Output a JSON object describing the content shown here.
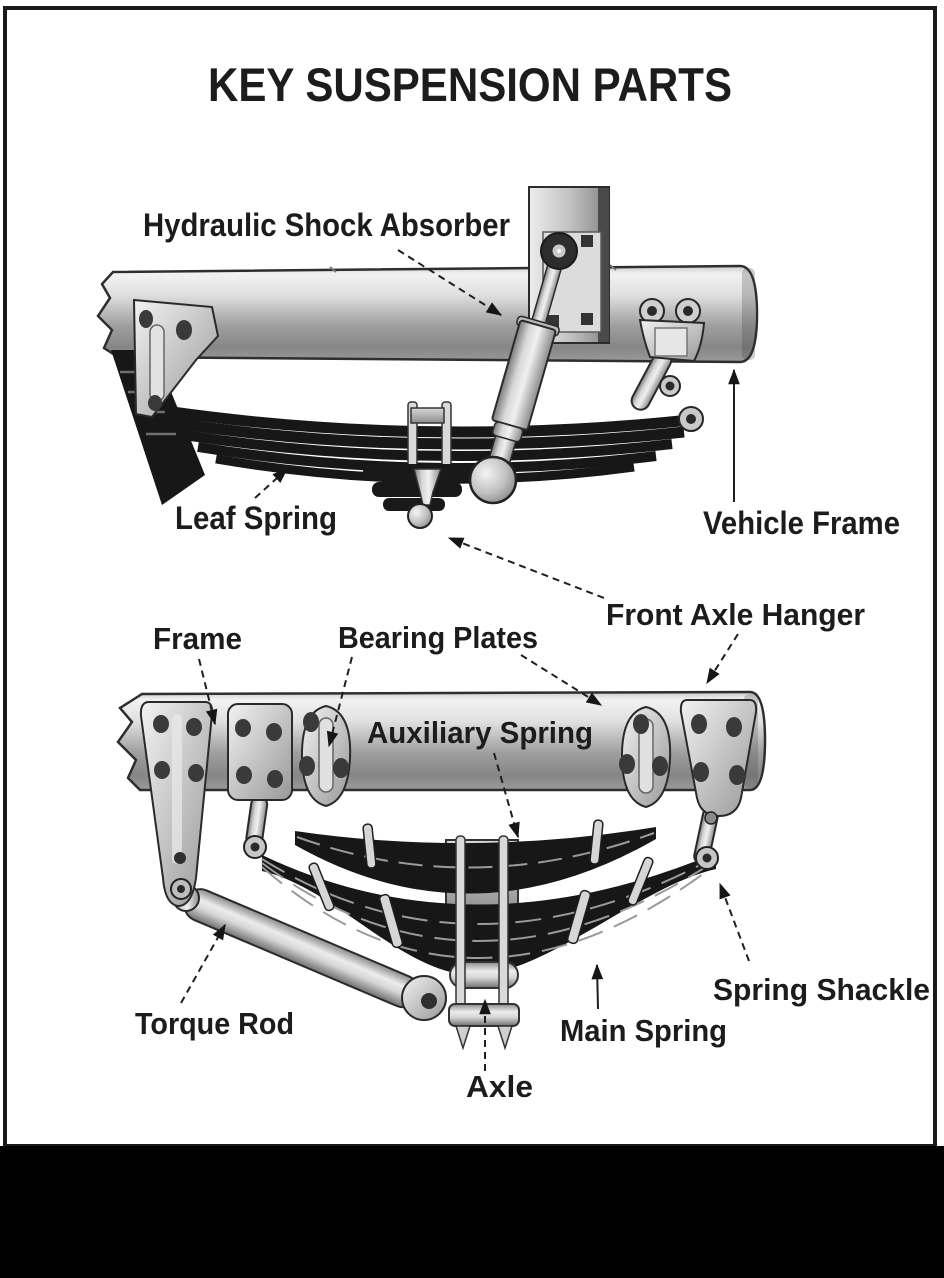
{
  "labels": {
    "title": "KEY SUSPENSION PARTS",
    "hydraulic_shock_absorber": "Hydraulic Shock Absorber",
    "leaf_spring": "Leaf Spring",
    "vehicle_frame": "Vehicle Frame",
    "front_axle_hanger": "Front Axle Hanger",
    "frame": "Frame",
    "bearing_plates": "Bearing Plates",
    "auxiliary_spring": "Auxiliary Spring",
    "torque_rod": "Torque Rod",
    "main_spring": "Main Spring",
    "spring_shackle": "Spring Shackle",
    "axle": "Axle"
  },
  "palette": {
    "background": "#000000",
    "paper": "#ffffff",
    "ink": "#1c1c1c",
    "metal_light": "#f1f1f1",
    "metal_mid": "#b5b5b5",
    "metal_dark": "#7a7a7a",
    "leaf_dark": "#171717"
  }
}
